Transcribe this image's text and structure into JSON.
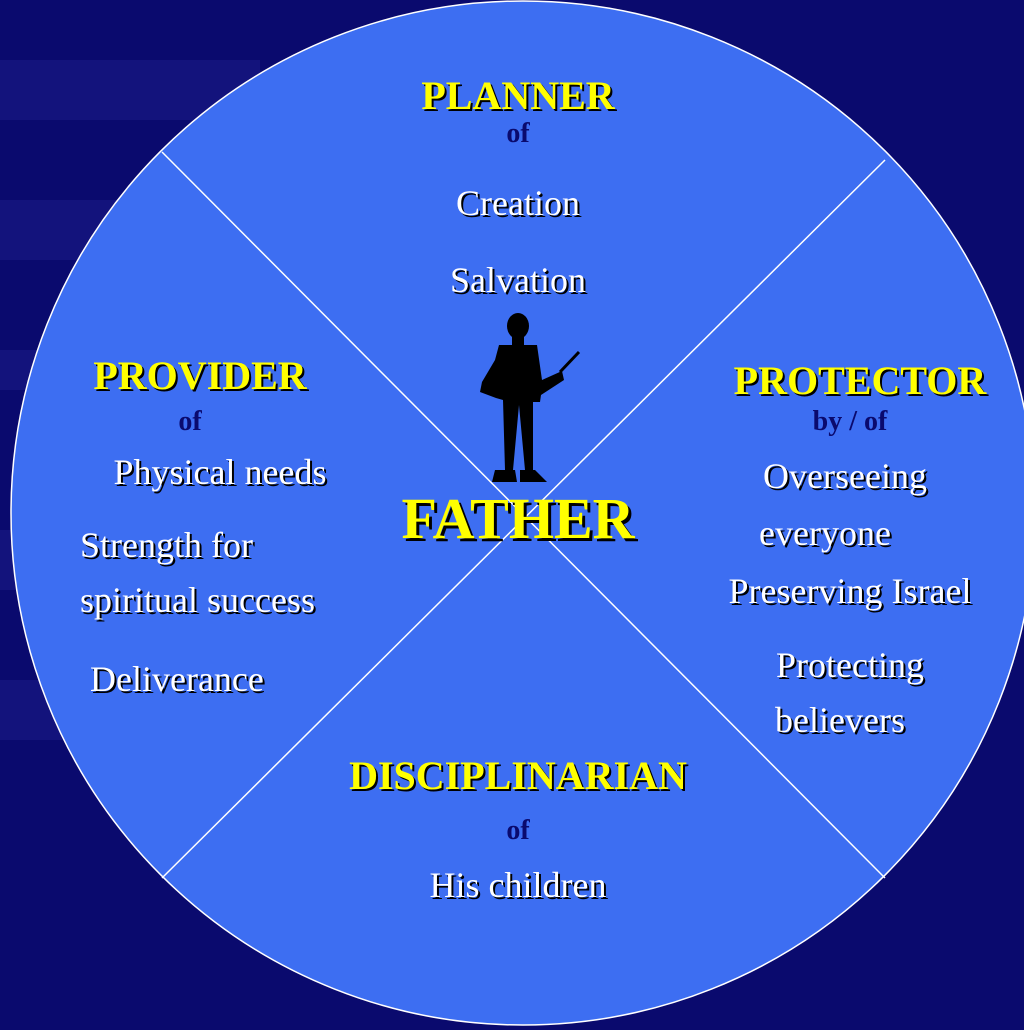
{
  "colors": {
    "background": "#0a0a6e",
    "circle_fill": "#3d6ef2",
    "divider": "#ffffff",
    "heading": "#ffff00",
    "connector": "#0a0a6e",
    "item": "#ffffff"
  },
  "center": {
    "title": "FATHER",
    "figure_icon": "man-with-pointer-silhouette"
  },
  "planner": {
    "heading": "PLANNER",
    "connector": "of",
    "items": [
      "Creation",
      "Salvation"
    ]
  },
  "provider": {
    "heading": "PROVIDER",
    "connector": "of",
    "items": [
      "Physical needs",
      "Strength for",
      "spiritual success",
      "Deliverance"
    ]
  },
  "protector": {
    "heading": "PROTECTOR",
    "connector": "by / of",
    "items": [
      "Overseeing",
      "everyone",
      "Preserving Israel",
      "Protecting",
      "believers"
    ]
  },
  "disciplinarian": {
    "heading": "DISCIPLINARIAN",
    "connector": "of",
    "items": [
      "His children"
    ]
  }
}
